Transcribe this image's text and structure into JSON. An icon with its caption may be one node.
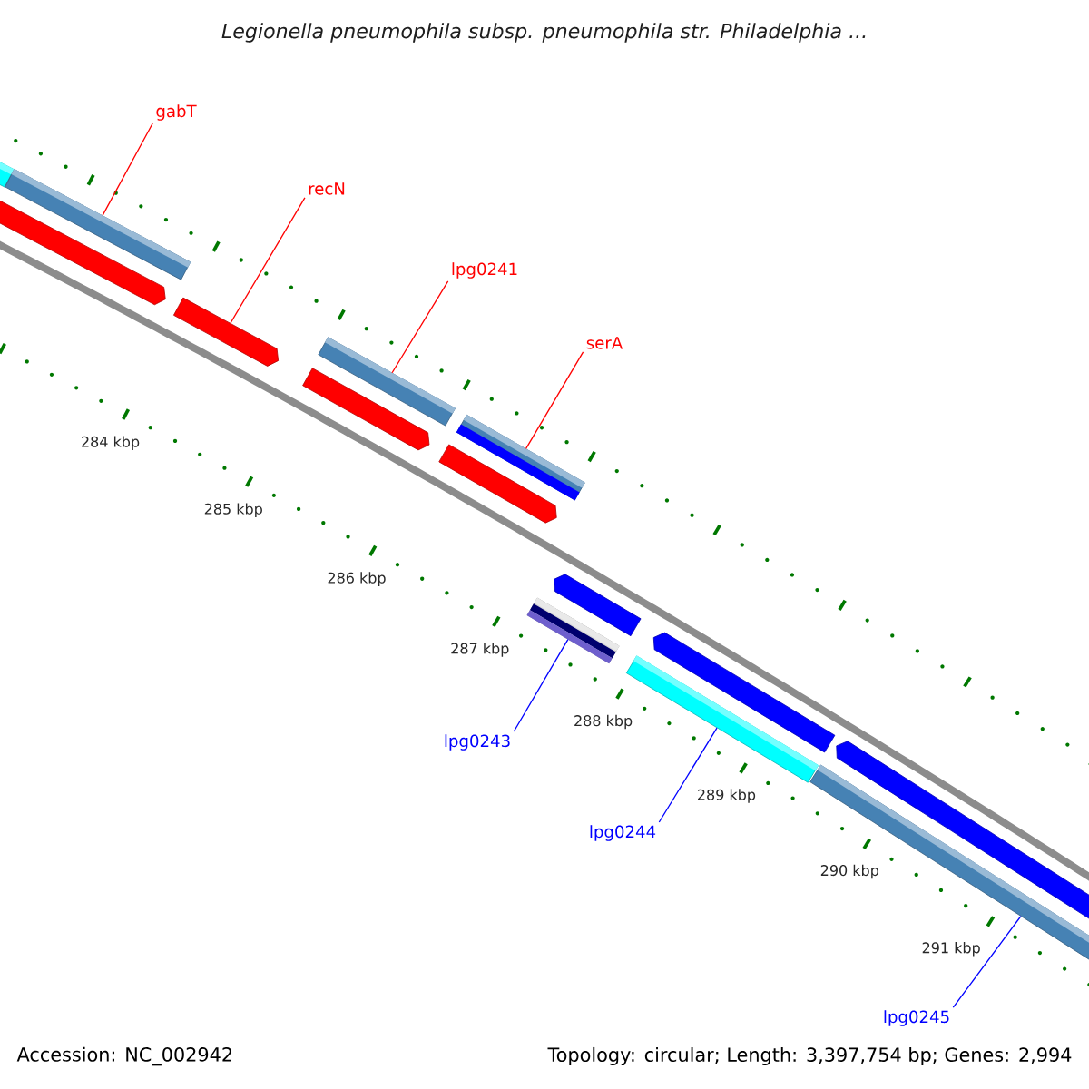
{
  "diagram": {
    "title": "Legionella pneumophila subsp. pneumophila str. Philadelphia ...",
    "nodes": [
      {
        "text": [
          "gabT"
        ]
      },
      {
        "text": [
          "recN"
        ]
      },
      {
        "text": [
          "lpg0241"
        ]
      },
      {
        "text": [
          "serA"
        ]
      },
      {
        "text": [
          "lpg0243"
        ]
      },
      {
        "text": [
          "lpg0244"
        ]
      },
      {
        "text": [
          "lpg0245"
        ]
      },
      {
        "text": [],
        "shape": "bar"
      },
      {
        "text": [],
        "shape": "pentagon"
      },
      {
        "text": [],
        "shape": "bar"
      },
      {
        "text": [],
        "shape": "pentagon"
      },
      {
        "text": [],
        "shape": "pentagon"
      },
      {
        "text": [],
        "shape": "bar"
      },
      {
        "text": [],
        "shape": "pentagon"
      },
      {
        "text": [],
        "shape": "bar"
      },
      {
        "text": [],
        "shape": "bar"
      },
      {
        "text": [],
        "shape": "pentagon"
      },
      {
        "text": [],
        "shape": "bar"
      },
      {
        "text": [],
        "shape": "pentagon"
      },
      {
        "text": [],
        "shape": "bar"
      },
      {
        "text": [],
        "shape": "pentagon"
      }
    ],
    "edges": [
      {
        "from": 0,
        "to": 9,
        "arrow": "none"
      },
      {
        "from": 1,
        "to": 10,
        "arrow": "none"
      },
      {
        "from": 2,
        "to": 12,
        "arrow": "none"
      },
      {
        "from": 3,
        "to": 14,
        "arrow": "none"
      },
      {
        "from": 4,
        "to": 15,
        "arrow": "none",
        "color": "#0000ff"
      },
      {
        "from": 5,
        "to": 17,
        "arrow": "none",
        "color": "#0000ff"
      },
      {
        "from": 6,
        "to": 19,
        "arrow": "none",
        "color": "#0000ff"
      }
    ],
    "labels": [
      "284 kbp",
      "285 kbp",
      "286 kbp",
      "287 kbp",
      "288 kbp",
      "289 kbp",
      "290 kbp",
      "291 kbp",
      "Accession: NC_002942",
      "Topology: circular; Length: 3,397,754 bp; Genes: 2,994"
    ]
  }
}
